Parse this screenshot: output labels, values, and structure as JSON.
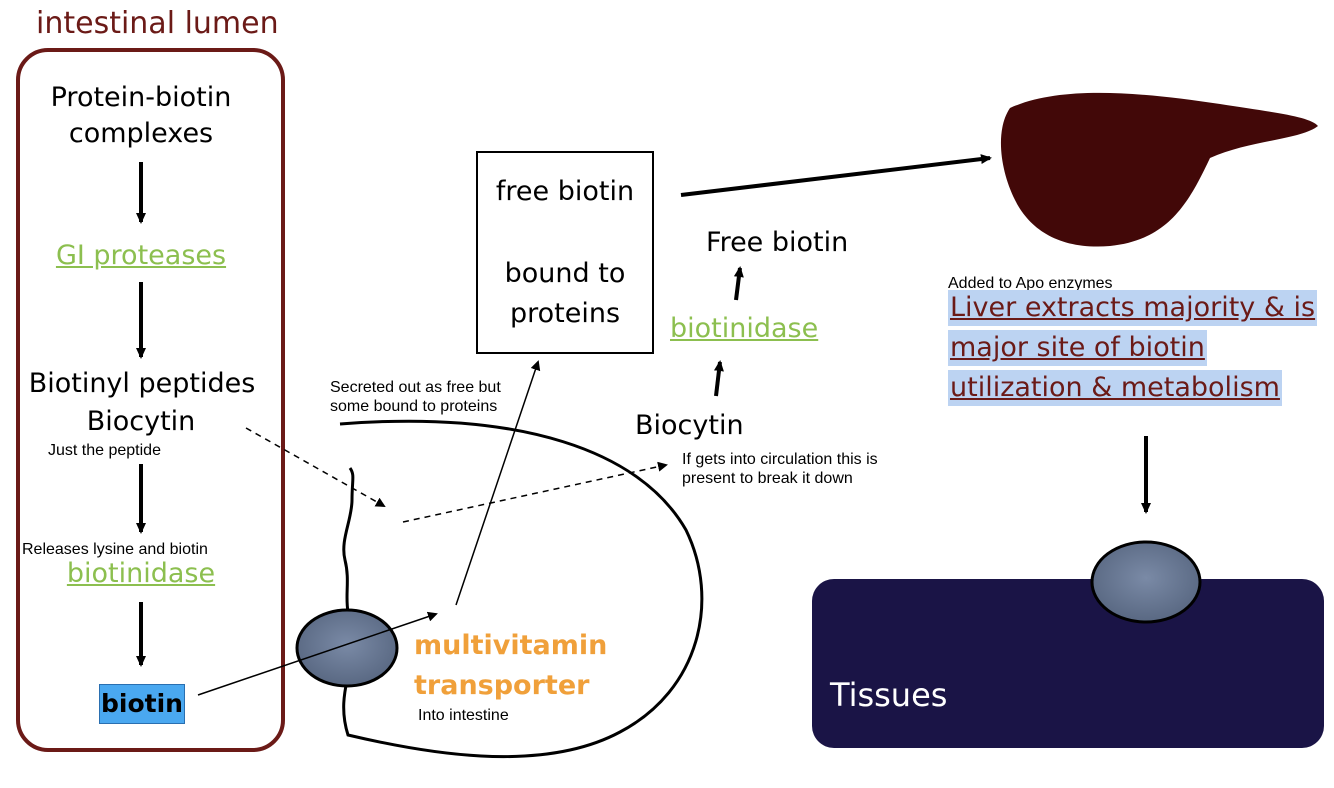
{
  "lumen": {
    "title": "intestinal lumen",
    "complex_line1": "Protein-biotin",
    "complex_line2": "complexes",
    "gi_proteases": " GI proteases",
    "biotinyl_peptides": "Biotinyl peptides",
    "biocytin": "Biocytin",
    "just_peptide": "Just the peptide",
    "releases": "Releases lysine and biotin",
    "biotinidase": "biotinidase",
    "biotin": "biotin"
  },
  "cell": {
    "secreted_note": "Secreted out as free but some bound to proteins",
    "transporter_line1": "multivitamin",
    "transporter_line2": "transporter",
    "into_intestine": "Into intestine"
  },
  "circulation": {
    "box_free": "free biotin",
    "box_bound_line1": "bound to",
    "box_bound_line2": "proteins",
    "free_biotin": "Free biotin",
    "biotinidase": "biotinidase",
    "biocytin": "Biocytin",
    "note": "If gets into circulation this is present to break it down"
  },
  "liver": {
    "apo_note": "Added to Apo enzymes",
    "line1": "Liver extracts majority & is",
    "line2": "major site of biotin",
    "line3": "utilization & metabolism"
  },
  "tissues": {
    "label": "Tissues"
  },
  "colors": {
    "lumen_border": "#6b1a17",
    "green_label": "#8cbf4f",
    "transporter_text": "#f0a03a",
    "biotin_box": "#4aa8f0",
    "liver": "#420808",
    "tissues": "#1a1446",
    "highlight": "#bcd3f2"
  }
}
